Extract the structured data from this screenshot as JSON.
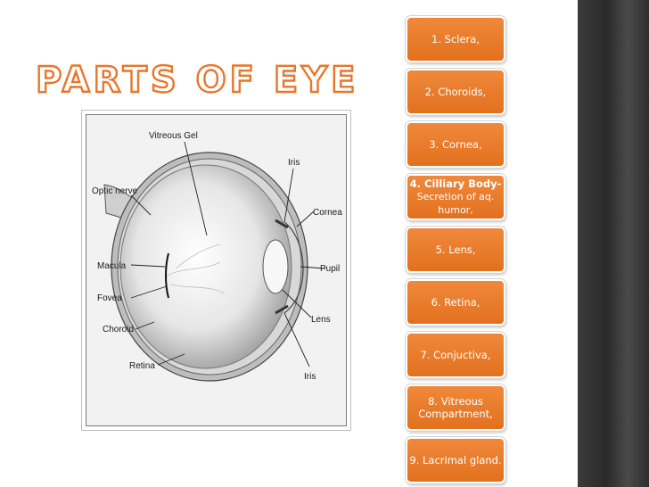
{
  "slide": {
    "title": "PARTS OF EYE"
  },
  "diagram": {
    "labels": {
      "vitreous_gel": "Vitreous Gel",
      "iris_top": "Iris",
      "optic_nerve": "Optic nerve",
      "cornea": "Cornea",
      "macula": "Macula",
      "pupil": "Pupil",
      "fovea": "Fovea",
      "choroid": "Choroid",
      "lens": "Lens",
      "retina": "Retina",
      "iris_bottom": "Iris"
    }
  },
  "parts": [
    {
      "text": "1. Sclera,"
    },
    {
      "text": "2. Choroids,"
    },
    {
      "text": "3. Cornea,"
    },
    {
      "text": "4. Cilliary Body-",
      "detail": "Secretion of aq. humor,"
    },
    {
      "text": "5. Lens,"
    },
    {
      "text": "6. Retina,"
    },
    {
      "text": "7. Conjuctiva,"
    },
    {
      "text": "8. Vitreous Compartment,"
    },
    {
      "text": "9. Lacrimal gland."
    }
  ],
  "colors": {
    "accent_orange": "#e8762b",
    "side_strip": "#333333"
  }
}
